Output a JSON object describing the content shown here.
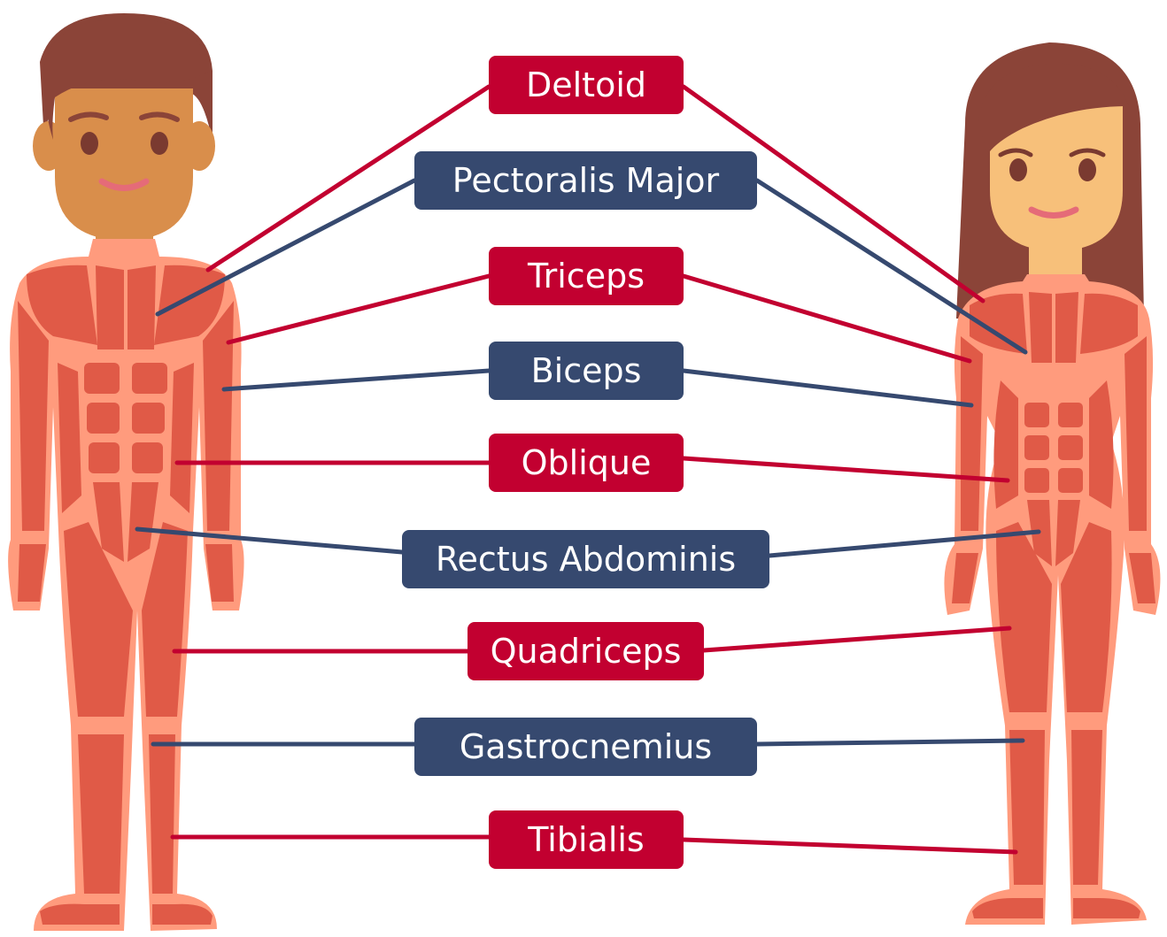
{
  "colors": {
    "red": "#c20030",
    "blue": "#36496f",
    "muscle": "#e05a47",
    "muscle_outline": "#ff9b7d",
    "male_skin": "#d98e4b",
    "female_skin": "#f7c07a",
    "hair": "#8b4438"
  },
  "figures": [
    {
      "name": "male-figure"
    },
    {
      "name": "female-figure"
    }
  ],
  "labels": {
    "deltoid": "Deltoid",
    "pectoralis_major": "Pectoralis Major",
    "triceps": "Triceps",
    "biceps": "Biceps",
    "oblique": "Oblique",
    "rectus_abdominis": "Rectus Abdominis",
    "quadriceps": "Quadriceps",
    "gastrocnemius": "Gastrocnemius",
    "tibialis": "Tibialis"
  }
}
